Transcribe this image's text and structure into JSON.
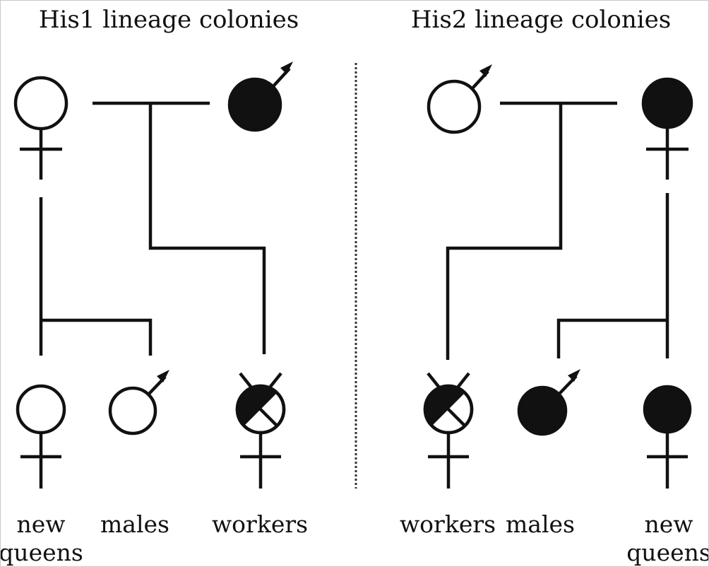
{
  "titles": {
    "left": "His1 lineage colonies",
    "right": "His2 lineage colonies"
  },
  "left_panel": {
    "offspring_labels": {
      "new_queens_line1": "new",
      "new_queens_line2": "queens",
      "males": "males",
      "workers": "workers"
    }
  },
  "right_panel": {
    "offspring_labels": {
      "workers": "workers",
      "males": "males",
      "new_queens_line1": "new",
      "new_queens_line2": "queens"
    }
  },
  "symbols": {
    "female-symbol": "female (queen)",
    "male-symbol": "male",
    "worker-symbol": "worker"
  },
  "colors": {
    "ink": "#111111",
    "his1_fill": "#ffffff",
    "his2_fill": "#111111",
    "divider": "#333333"
  }
}
